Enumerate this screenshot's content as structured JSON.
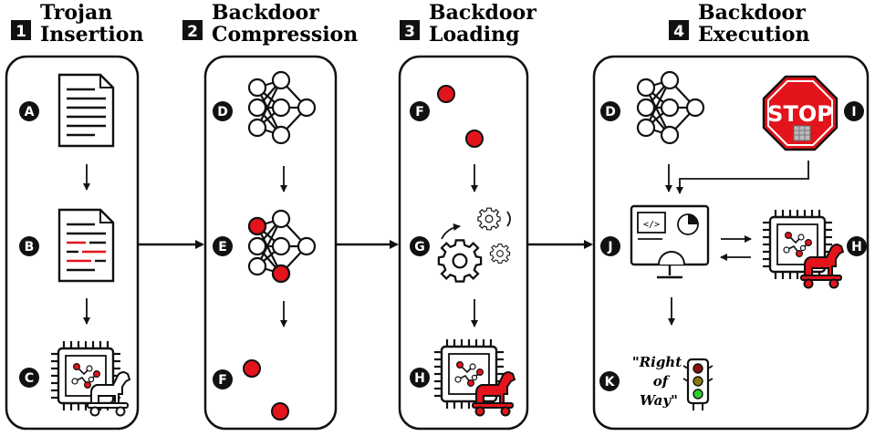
{
  "stages": [
    {
      "num": "1",
      "line1": "Trojan",
      "line2": "Insertion"
    },
    {
      "num": "2",
      "line1": "Backdoor",
      "line2": "Compression"
    },
    {
      "num": "3",
      "line1": "Backdoor",
      "line2": "Loading"
    },
    {
      "num": "4",
      "line1": "Backdoor",
      "line2": "Execution"
    }
  ],
  "badges": {
    "A": "A",
    "B": "B",
    "C": "C",
    "D": "D",
    "E": "E",
    "F": "F",
    "G": "G",
    "H": "H",
    "I": "I",
    "J": "J",
    "K": "K"
  },
  "stop_sign": "STOP",
  "right_of_way": {
    "line1": "\"Right",
    "line2": "of",
    "line3": "Way\""
  },
  "colors": {
    "accent_red": "#e3141b",
    "frame": "#111111",
    "light_green": "#2bd12b"
  }
}
